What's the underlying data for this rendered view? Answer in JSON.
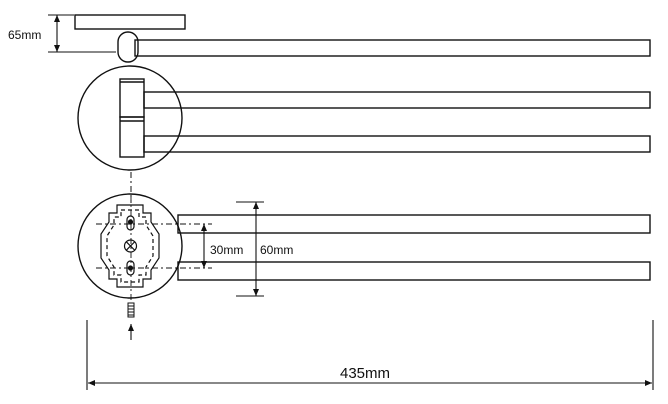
{
  "dimensions": {
    "height_label": "65mm",
    "inner_spacing_label": "30mm",
    "outer_spacing_label": "60mm",
    "total_length_label": "435mm"
  },
  "colors": {
    "line": "#111111",
    "background": "#ffffff"
  }
}
